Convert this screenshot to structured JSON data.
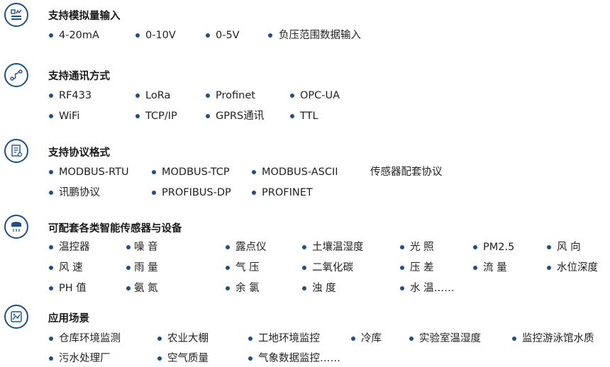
{
  "sections": [
    {
      "title": "支持模拟量输入",
      "icon": "analog-input-icon",
      "items": [
        "4-20mA",
        "0-10V",
        "0-5V",
        "负压范围数据输入"
      ]
    },
    {
      "title": "支持通讯方式",
      "icon": "communication-route-icon",
      "items": [
        "RF433",
        "LoRa",
        "Profinet",
        "OPC-UA",
        "WiFi",
        "TCP/IP",
        "GPRS通讯",
        "TTL"
      ]
    },
    {
      "title": "支持协议格式",
      "icon": "protocol-document-icon",
      "items": [
        "MODBUS-RTU",
        "MODBUS-TCP",
        "MODBUS-ASCII",
        "传感器配套协议",
        "讯鹏协议",
        "PROFIBUS-DP",
        "PROFINET"
      ]
    },
    {
      "title": "可配套各类智能传感器与设备",
      "icon": "sensor-device-icon",
      "items": [
        "温控器",
        "噪 音",
        "露点仪",
        "土壤温湿度",
        "光 照",
        "PM2.5",
        "风 向",
        "风 速",
        "雨 量",
        "气 压",
        "二氧化碳",
        "压 差",
        "流 量",
        "水位深度",
        "PH 值",
        "氨 氮",
        "余 氯",
        "浊 度",
        "水 温……"
      ]
    },
    {
      "title": "应用场景",
      "icon": "application-scene-icon",
      "items": [
        "仓库环境监测",
        "农业大棚",
        "工地环境监控",
        "冷库",
        "实验室温湿度",
        "监控游泳馆水质",
        "污水处理厂",
        "空气质量",
        "气象数据监控……"
      ]
    }
  ],
  "colors": {
    "accent": "#1d4f8f",
    "text": "#222222"
  }
}
